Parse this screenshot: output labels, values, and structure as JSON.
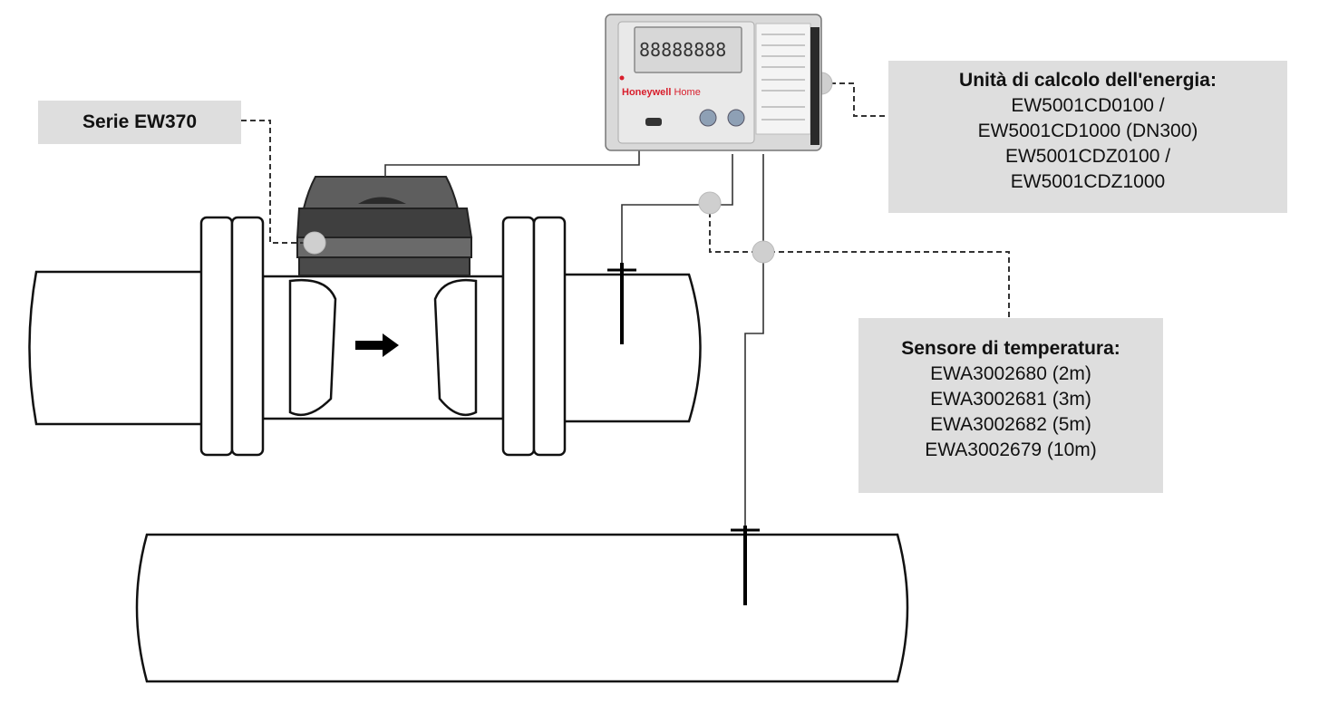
{
  "labels": {
    "meter_series": "Serie EW370",
    "energy_unit": {
      "title": "Unità di calcolo dell'energia:",
      "lines": [
        "EW5001CD0100 /",
        "EW5001CD1000 (DN300)",
        "EW5001CDZ0100 /",
        "EW5001CDZ1000"
      ]
    },
    "temperature_sensor": {
      "title": "Sensore di temperatura:",
      "lines": [
        "EWA3002680 (2m)",
        "EWA3002681 (3m)",
        "EWA3002682 (5m)",
        "EWA3002679 (10m)"
      ]
    }
  },
  "device": {
    "brand": "Honeywell",
    "brand_suffix": "Home",
    "lcd_digits": "88888888"
  },
  "colors": {
    "callout_bg": "#dedede",
    "brand_red": "#d81e2c",
    "line": "#111111",
    "dash": "#333333"
  }
}
